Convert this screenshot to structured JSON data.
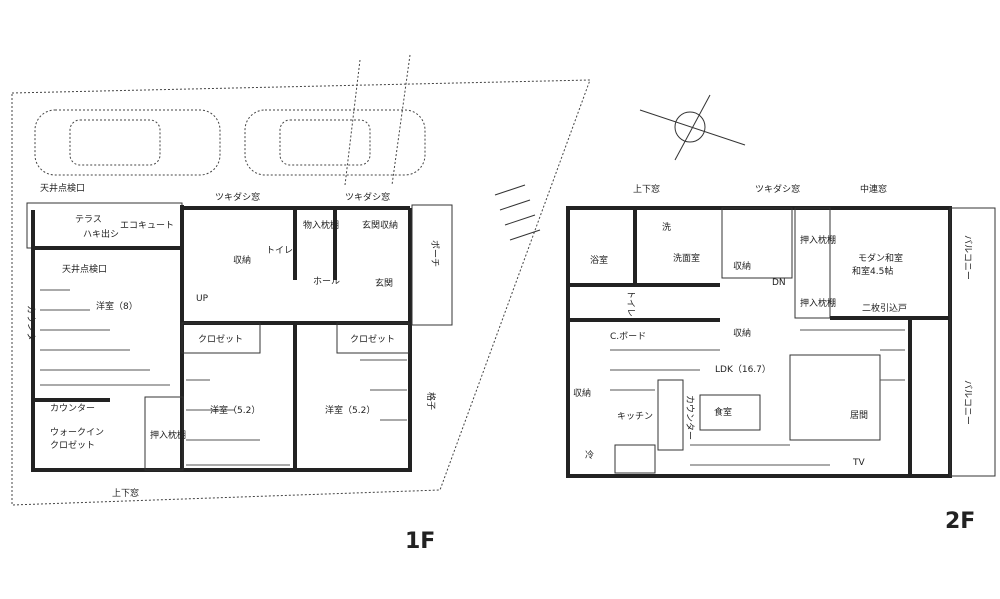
{
  "floor1": {
    "title": "1F",
    "labels": {
      "ceiling_hatch_1": "天井点検口",
      "window_top_1": "ツキダシ窓",
      "window_top_2": "ツキダシ窓",
      "terrace": "テラス",
      "sweep_out": "ハキ出シ",
      "ecocute": "エコキュート",
      "ceiling_hatch_2": "天井点検口",
      "western_8": "洋室（8）",
      "counter_v": "カウンター",
      "up": "UP",
      "storage": "収納",
      "toilet": "トイレ",
      "closet_shelf": "物入枕棚",
      "entrance_storage": "玄関収納",
      "porch": "ポーチ",
      "hall": "ホール",
      "entrance": "玄関",
      "closet_1": "クロゼット",
      "closet_2": "クロゼット",
      "western_52a": "洋室（5.2）",
      "western_52b": "洋室（5.2）",
      "counter": "カウンター",
      "walkin_1": "ウォークイン",
      "walkin_2": "クロゼット",
      "oshiire": "押入枕棚",
      "window_bottom": "上下窓",
      "lattice": "格子"
    }
  },
  "floor2": {
    "title": "2F",
    "labels": {
      "window_updown": "上下窓",
      "window_tsuki": "ツキダシ窓",
      "window_naka": "中連窓",
      "wash": "洗",
      "bath": "浴室",
      "washroom": "洗面室",
      "storage_1": "収納",
      "dn": "DN",
      "oshiire_1": "押入枕棚",
      "japanese_1": "モダン和室",
      "japanese_2": "和室4.5帖",
      "oshiire_2": "押入枕棚",
      "sliding": "二枚引込戸",
      "toilet": "トイレ",
      "cboard": "C.ボード",
      "storage_2": "収納",
      "ldk": "LDK（16.7）",
      "storage_3": "収納",
      "kitchen": "キッチン",
      "counter": "カウンター",
      "dining": "食室",
      "living": "居間",
      "fridge": "冷",
      "tv": "TV",
      "balcony_1": "バルコニー",
      "balcony_2": "バルコニー"
    }
  }
}
